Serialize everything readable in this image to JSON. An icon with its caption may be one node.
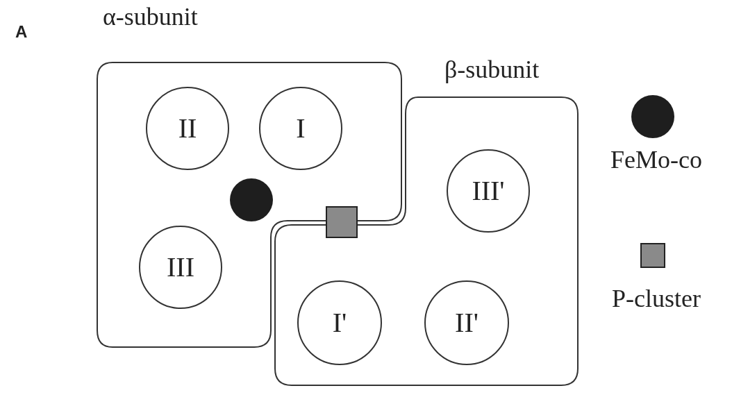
{
  "diagram": {
    "nodes": [
      {
        "text": [
          "α-subunit"
        ]
      },
      {
        "text": [
          "II"
        ],
        "in": 0
      },
      {
        "text": [
          "I"
        ],
        "in": 0
      },
      {
        "text": [
          "III"
        ],
        "in": 0
      },
      {
        "text": [
          "β-subunit"
        ]
      },
      {
        "text": [
          "III'"
        ],
        "in": 4
      },
      {
        "text": [
          "I'"
        ],
        "in": 4
      },
      {
        "text": [
          "II'"
        ],
        "in": 4
      }
    ],
    "labels": [
      "A"
    ],
    "legend": [
      {
        "text": "FeMo-co"
      },
      {
        "text": "P-cluster"
      }
    ]
  }
}
